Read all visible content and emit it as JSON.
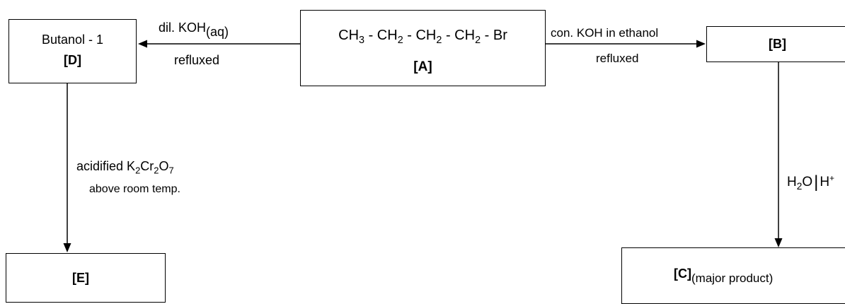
{
  "compounds": {
    "A": {
      "formula": [
        {
          "t": "CH"
        },
        {
          "s": "3"
        },
        {
          "t": " - CH"
        },
        {
          "s": "2"
        },
        {
          "t": " - CH"
        },
        {
          "s": "2"
        },
        {
          "t": " - CH"
        },
        {
          "s": "2"
        },
        {
          "t": " - Br"
        }
      ],
      "label": "[A]"
    },
    "B": {
      "label": "[B]"
    },
    "C": {
      "label": "[C]",
      "note": "(major product)"
    },
    "D": {
      "name": "Butanol - 1",
      "label": "[D]"
    },
    "E": {
      "label": "[E]"
    }
  },
  "reactions": {
    "a_to_d": {
      "reagent_main": "dil. KOH",
      "reagent_sub": "(aq)",
      "condition": "refluxed"
    },
    "a_to_b": {
      "reagent": "con. KOH in ethanol",
      "condition": "refluxed"
    },
    "d_to_e": {
      "reagent": [
        {
          "t": "acidified K"
        },
        {
          "s": "2"
        },
        {
          "t": "Cr"
        },
        {
          "s": "2"
        },
        {
          "t": "O"
        },
        {
          "s": "7"
        }
      ],
      "condition": "above room temp."
    },
    "b_to_c": {
      "reagent": [
        {
          "t": "H"
        },
        {
          "s": "2"
        },
        {
          "t": "O"
        }
      ],
      "separator": "|",
      "acid_main": "H",
      "acid_sup": "+"
    }
  },
  "colors": {
    "line": "#000000",
    "background": "#ffffff"
  }
}
